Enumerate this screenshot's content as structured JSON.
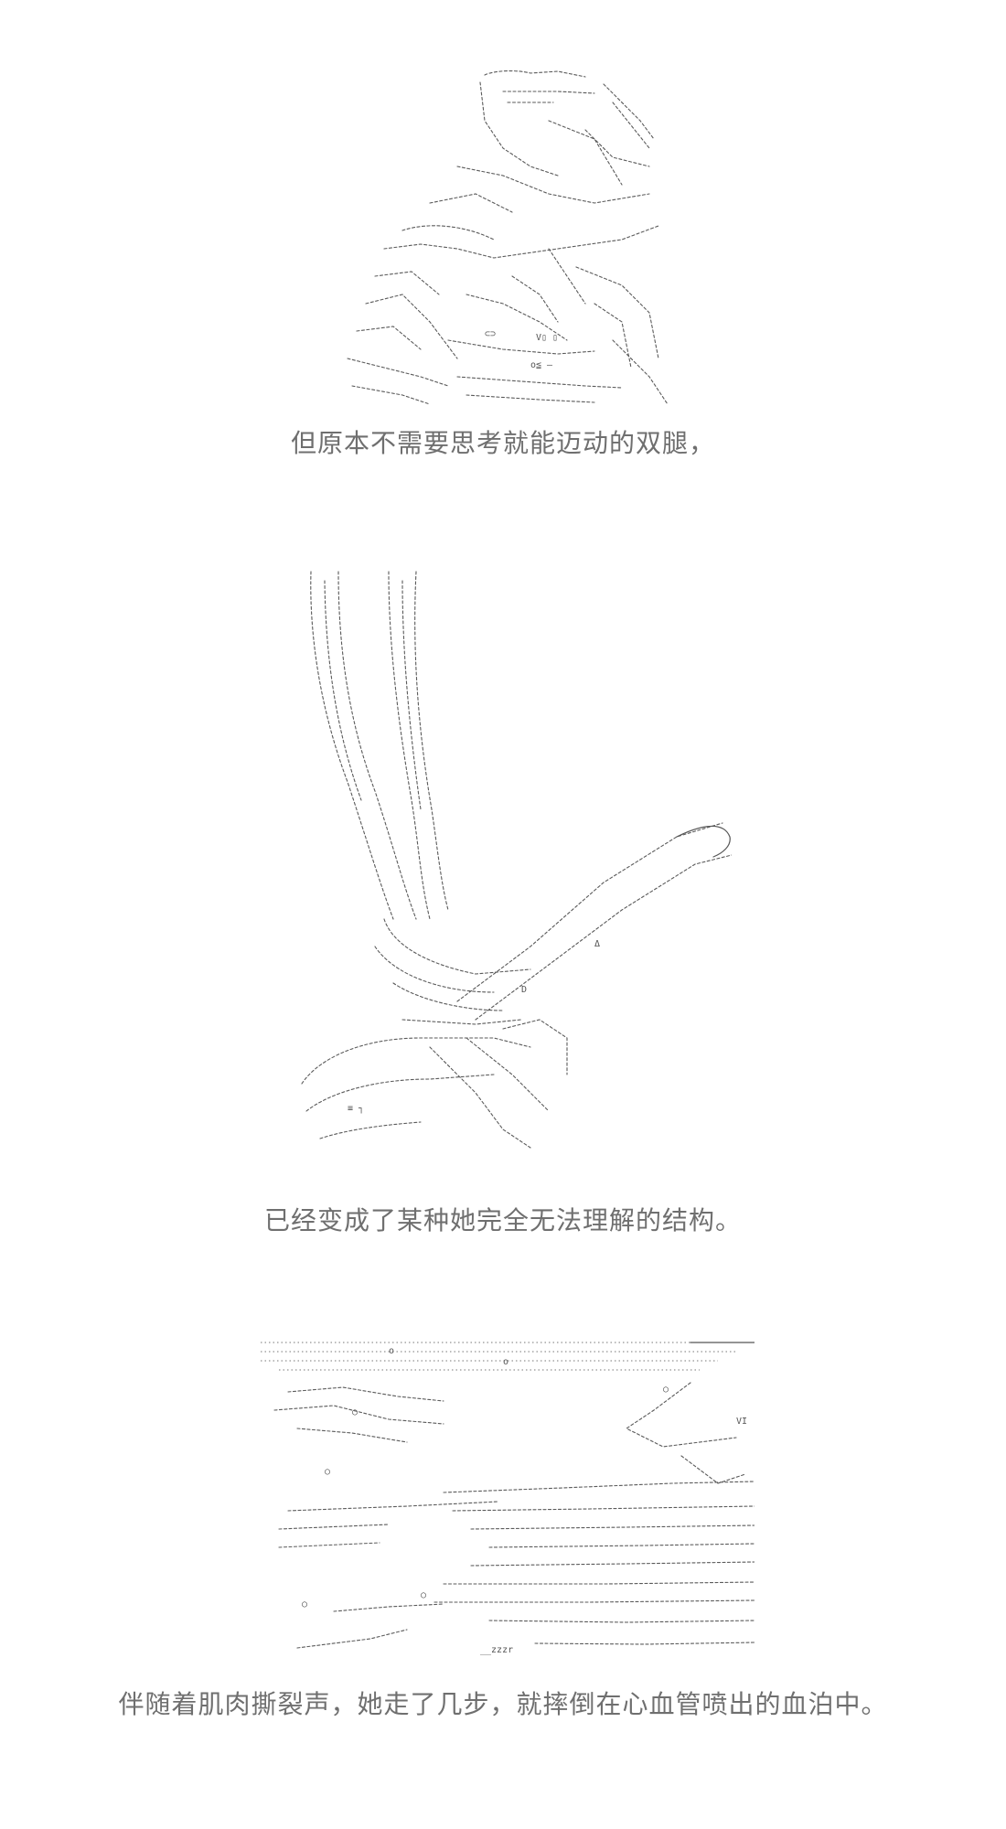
{
  "panels": [
    {
      "caption": "但原本不需要思考就能迈动的双腿，"
    },
    {
      "caption": "已经变成了某种她完全无法理解的结构。"
    },
    {
      "caption": "伴随着肌肉撕裂声，她走了几步，就摔倒在心血管喷出的血泊中。"
    }
  ]
}
